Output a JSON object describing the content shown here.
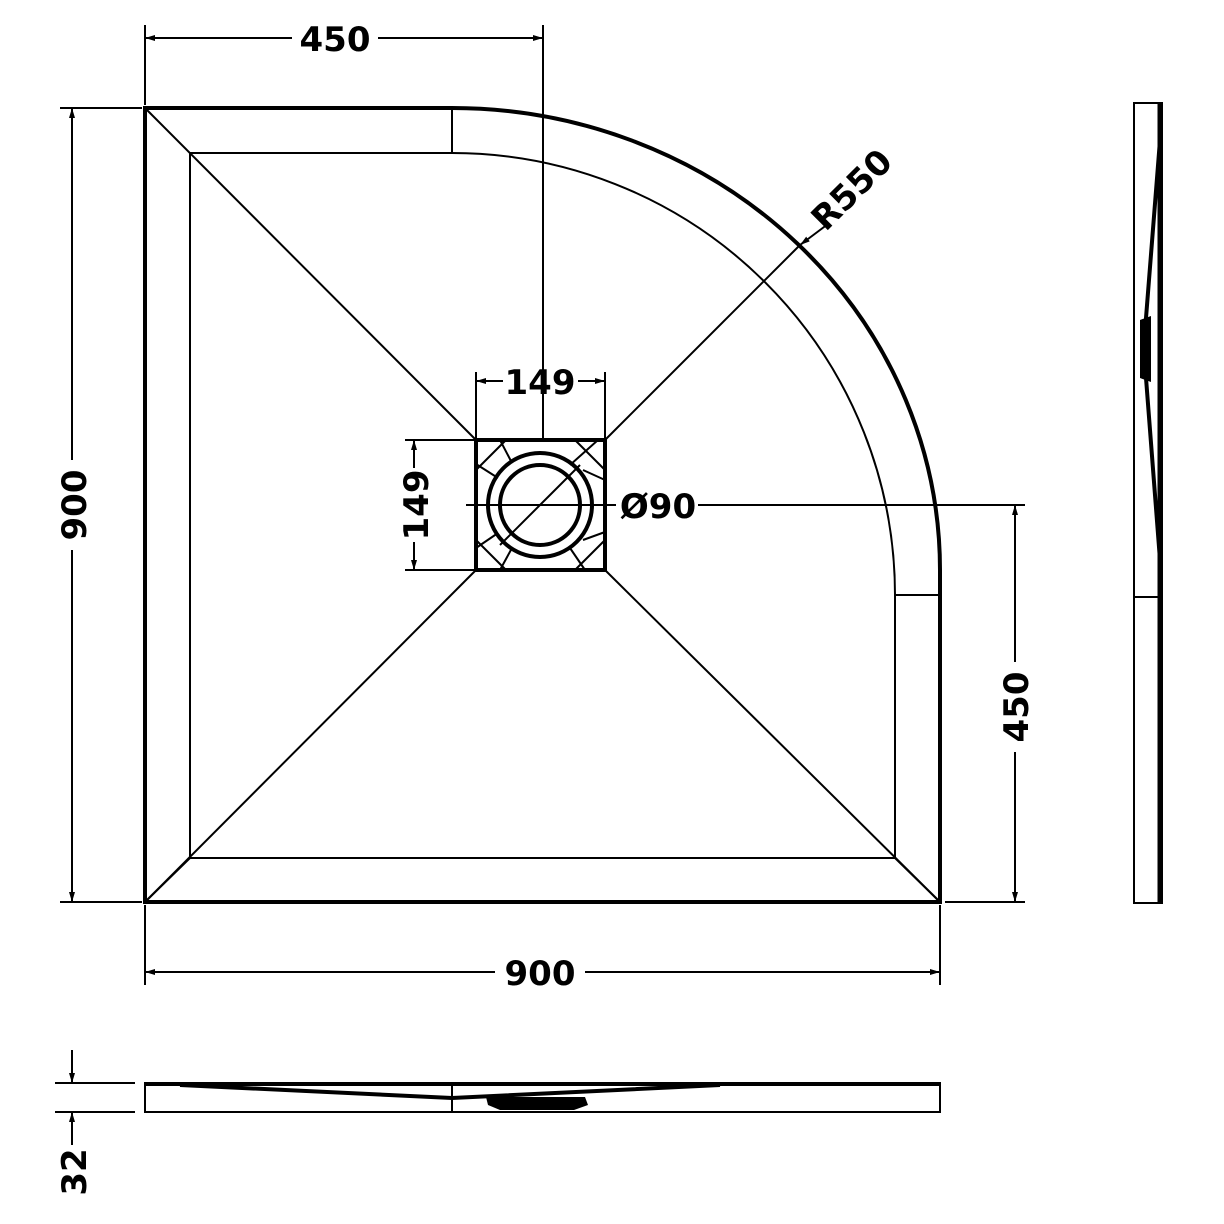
{
  "drawing": {
    "colors": {
      "line": "#000000",
      "background": "#ffffff"
    },
    "dimensions": {
      "top_half_width": "450",
      "overall_height": "900",
      "overall_width": "900",
      "right_half_height": "450",
      "radius": "R550",
      "waste_width": "149",
      "waste_height": "149",
      "waste_diameter": "Ø90",
      "tray_thickness": "32"
    }
  }
}
